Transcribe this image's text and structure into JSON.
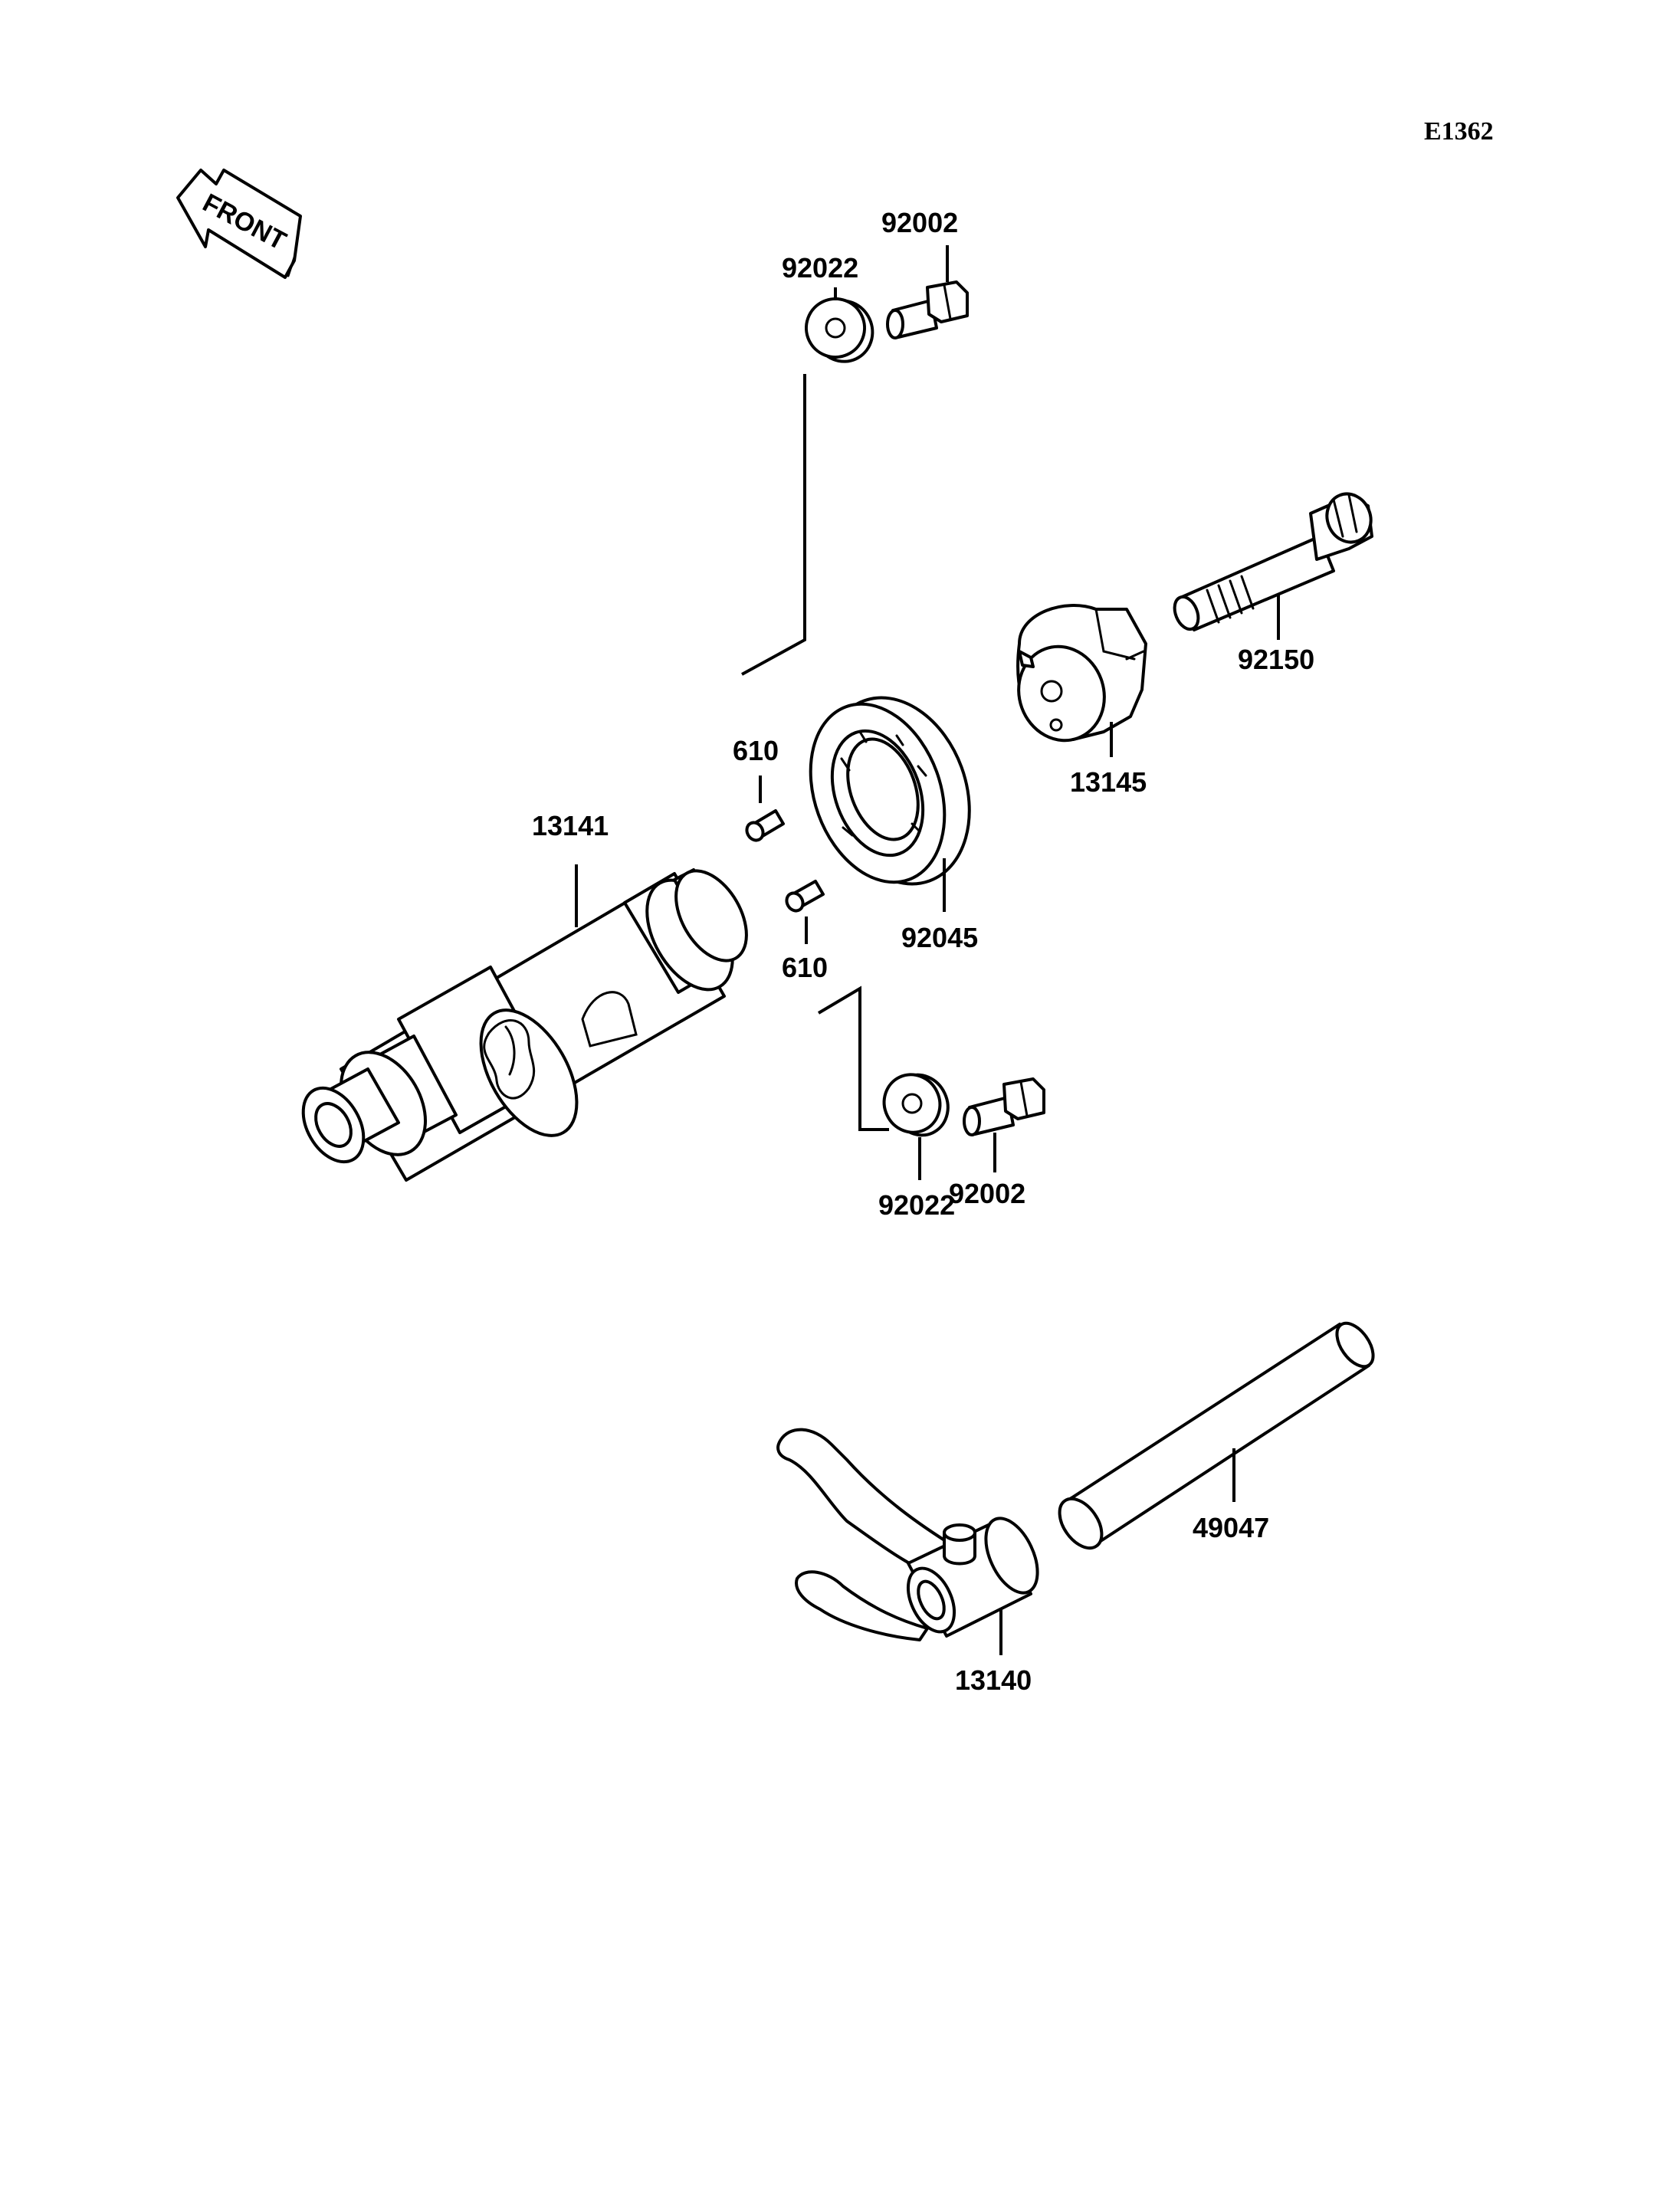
{
  "figure_code": "E1362",
  "front_arrow_text": "FRONT",
  "parts": {
    "p92002_top": "92002",
    "p92022_top": "92022",
    "p92150": "92150",
    "p13145": "13145",
    "p610_top": "610",
    "p13141": "13141",
    "p92045": "92045",
    "p610_bottom": "610",
    "p92002_bottom": "92002",
    "p92022_bottom": "92022",
    "p49047": "49047",
    "p13140": "13140"
  }
}
